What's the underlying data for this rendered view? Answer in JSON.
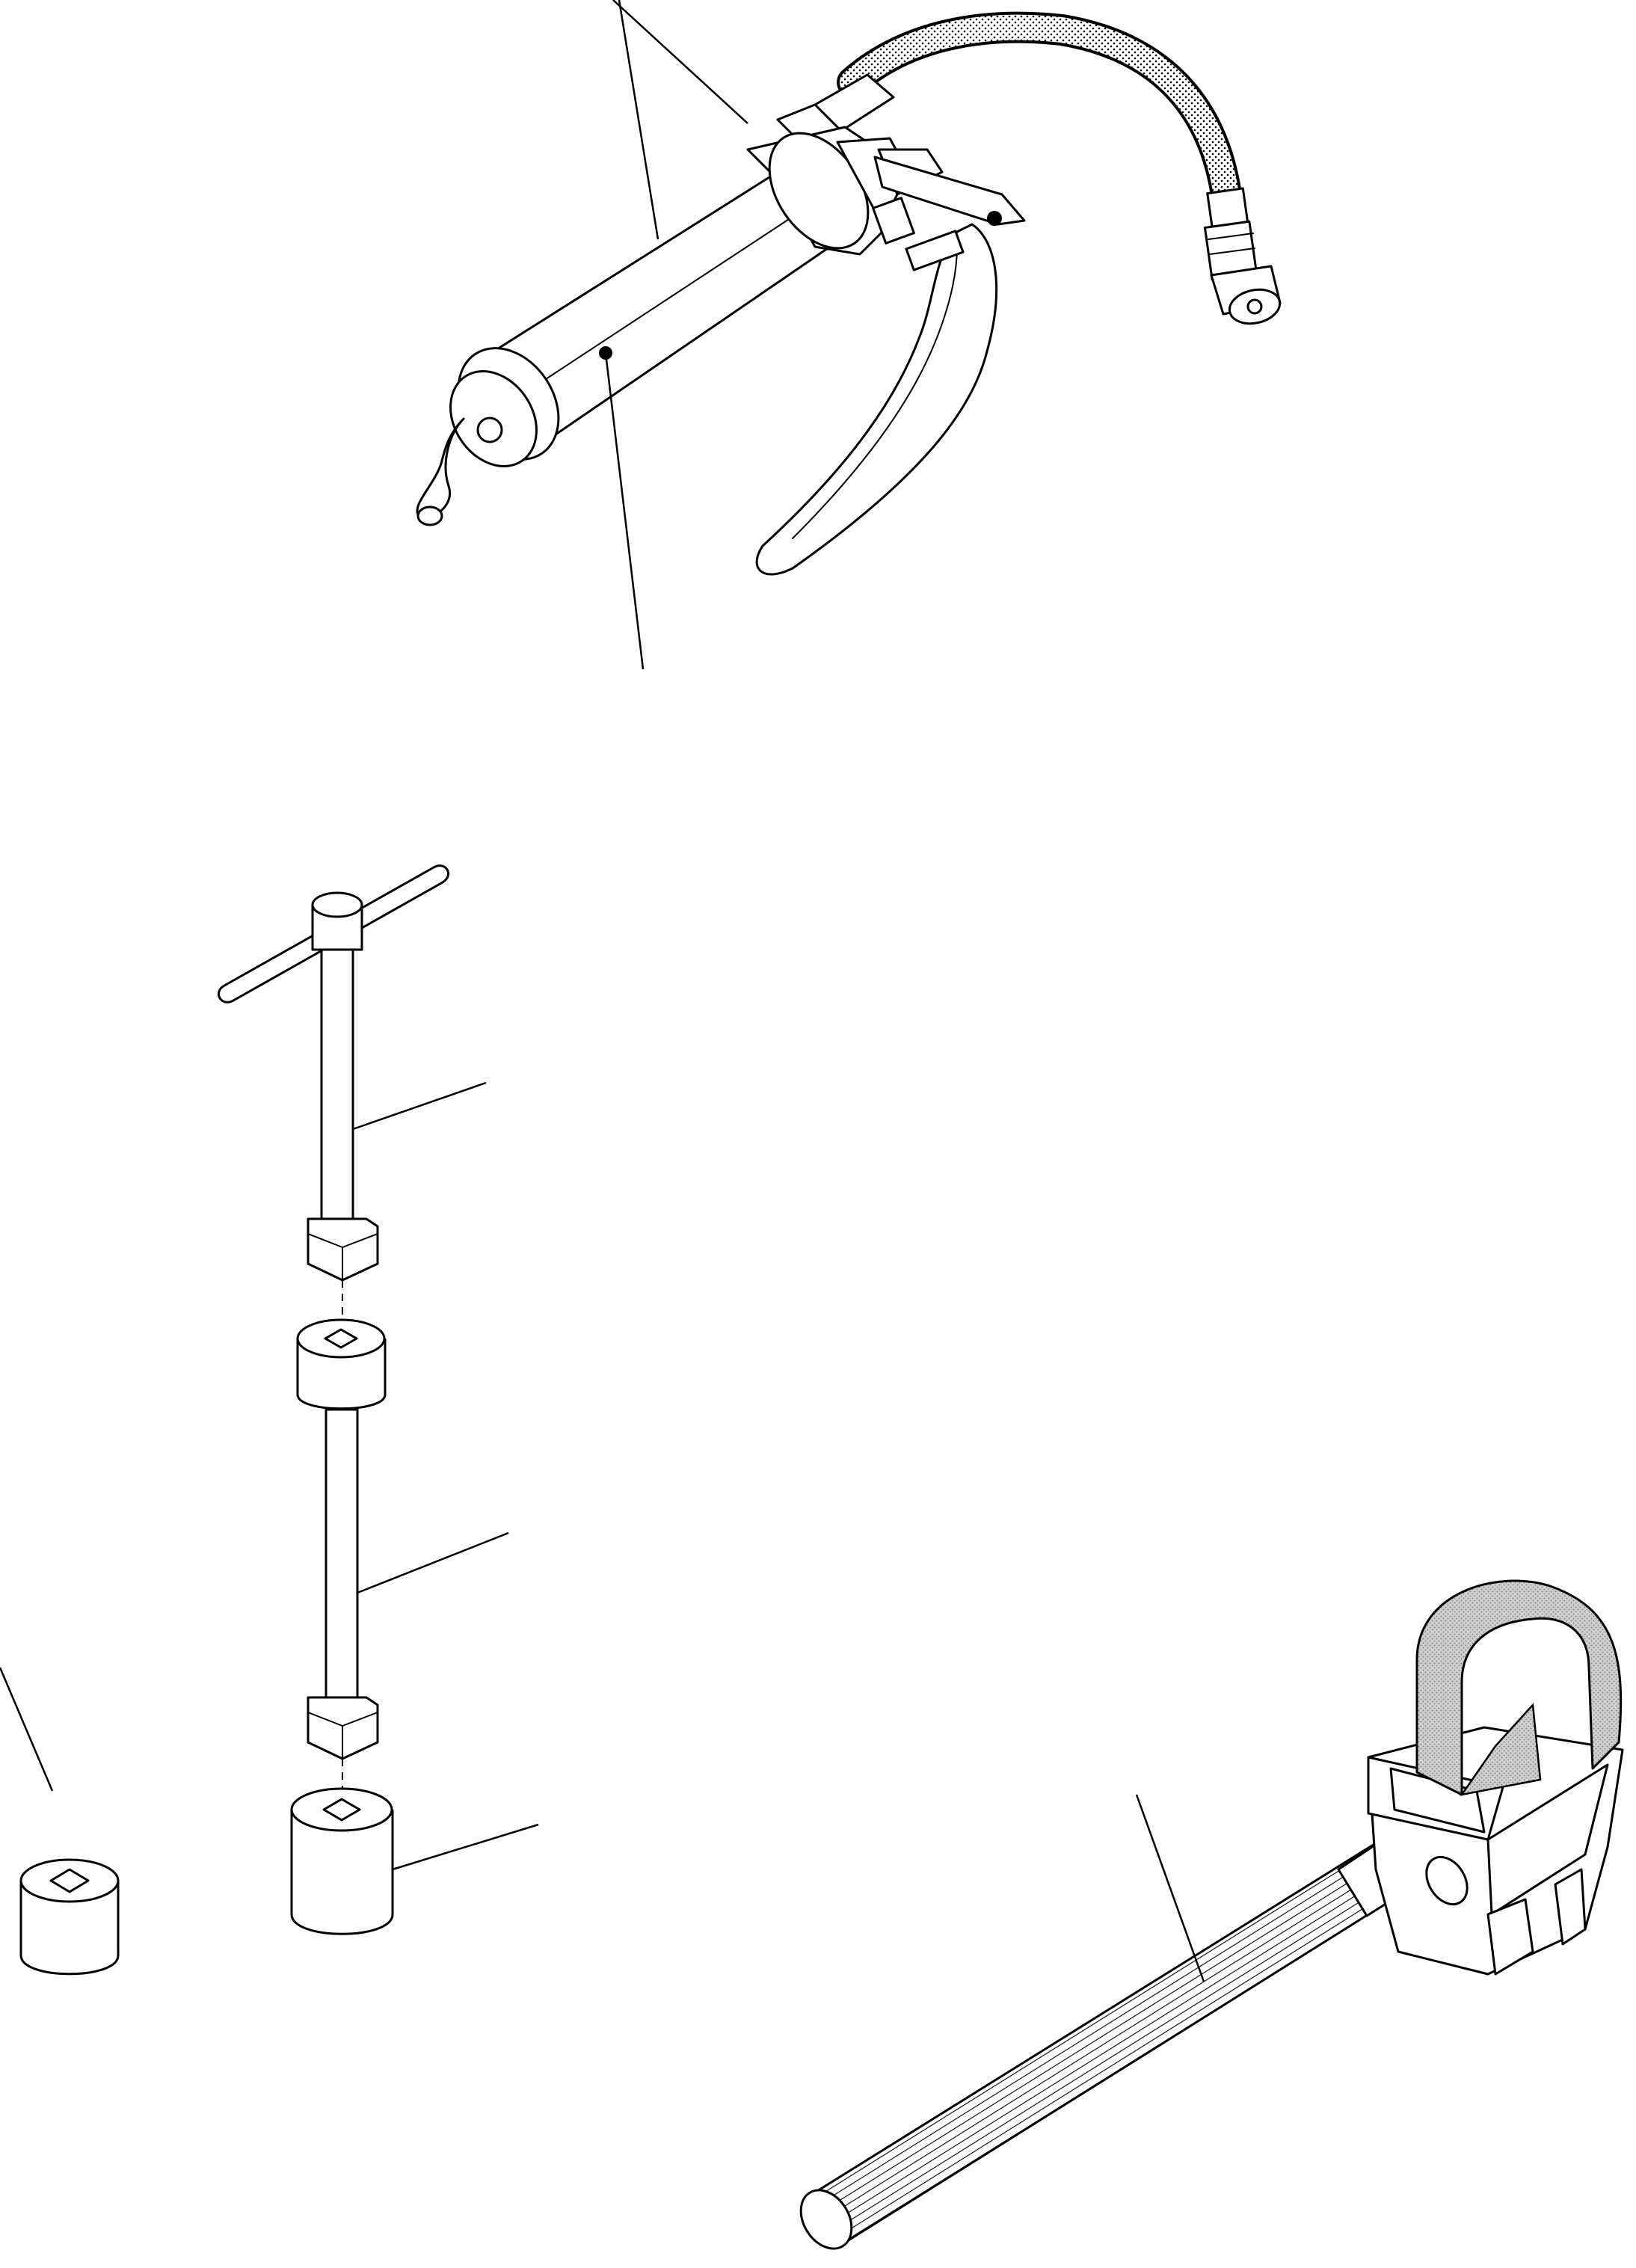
{
  "figure": {
    "background": "#ffffff",
    "line_color": "#000000",
    "tools": [
      {
        "id": "grease-gun",
        "icon": "grease-gun-icon"
      },
      {
        "id": "t-handle-bar",
        "icon": "t-handle-wrench-icon"
      },
      {
        "id": "socket-adapter-upper",
        "icon": "square-socket-icon"
      },
      {
        "id": "extension-bar",
        "icon": "extension-bar-icon"
      },
      {
        "id": "socket-adapter-lower",
        "icon": "square-socket-icon"
      },
      {
        "id": "loose-socket",
        "icon": "square-socket-icon"
      },
      {
        "id": "puller-screw",
        "icon": "threaded-puller-icon"
      }
    ]
  }
}
